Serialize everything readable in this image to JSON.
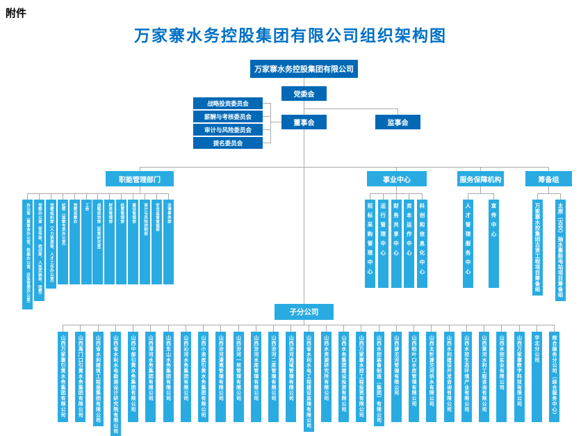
{
  "page": {
    "attachment_label": "附件",
    "title": "万家寨水务控股集团有限公司组织架构图"
  },
  "chart": {
    "root": "万家寨水务控股集团有限公司",
    "party_committee": "党委会",
    "board": "董事会",
    "supervisory_board": "监事会",
    "board_committees": [
      "战略投资委员会",
      "薪酬与考核委员会",
      "审计与风险委员会",
      "提名委员会"
    ],
    "branches": [
      {
        "label": "职能管理部门",
        "items": [
          "办公室（董事会办公室、档案办公室、应急管理办公室）",
          "党委办公室（宣传部、统战部、人民武装部、团委）",
          "党委组织部（人力资源部、人才工作办公室）",
          "纪委（监察专员办公室）",
          "党委巡察办",
          "工会",
          "战略规划部（政策研究室）",
          "财务管理部",
          "经营管理部",
          "建设管理部",
          "审计与风险控制部",
          "安全监督管理部",
          "法律事务部"
        ]
      },
      {
        "label": "事业中心",
        "items": [
          "招标采购管理中心",
          "运行管理中心",
          "财务共享中心",
          "资本运作中心",
          "科创和信息化中心"
        ]
      },
      {
        "label": "服务保障机构",
        "items": [
          "人才管理服务中心",
          "宣传中心"
        ]
      },
      {
        "label": "筹备组",
        "items": [
          "万家寨水控集团古贤工程项目筹备组",
          "太原（古交）抽水蓄能电站项目筹备组"
        ]
      }
    ],
    "subsidiaries": {
      "label": "子分公司",
      "items": [
        "山西万家寨引黄水务集团有限公司",
        "山西禹门口引黄水务集团有限公司",
        "山西省水利建筑工程局集团有限公司",
        "山西省水利水电勘测设计研究院有限公司",
        "山西中部引黄水务集团有限公司",
        "山西漳河水务集团有限公司",
        "山西东山水务集团有限公司",
        "山西沁河水务集团有限公司",
        "山西小浪底引黄水务集团有限公司",
        "山西汾河灌溉管理有限公司",
        "山西汾河一坝管理有限公司",
        "山西汾河水库管理有限公司",
        "山西汾河二库管理有限公司",
        "山西汾河流域管理有限公司",
        "山西省水利水电工程建设监理有限公司",
        "山西水资源研究所有限公司",
        "山西水务集团建设投资有限公司",
        "山西万家寨水控工程投资有限公司",
        "山西水控装备制造（集团）有限公司",
        "山西滹沱河管理有限公司",
        "山西柏叶口水库管理有限公司",
        "山西太忻滹沱河供水有限公司",
        "山西水利建设开发咨询有限公司",
        "山西水控生态环境产业有限公司",
        "山西黄河水利工程咨询有限公司",
        "山西水控实业有限公司",
        "山西万家寨数字科技有限公司",
        "华北分公司",
        "综合服务分公司（综合服务中心）"
      ]
    }
  },
  "colors": {
    "dark_blue": "#0068b5",
    "light_blue": "#29abe2",
    "title_blue": "#0070c5",
    "line_gray": "#a9a9a9"
  }
}
